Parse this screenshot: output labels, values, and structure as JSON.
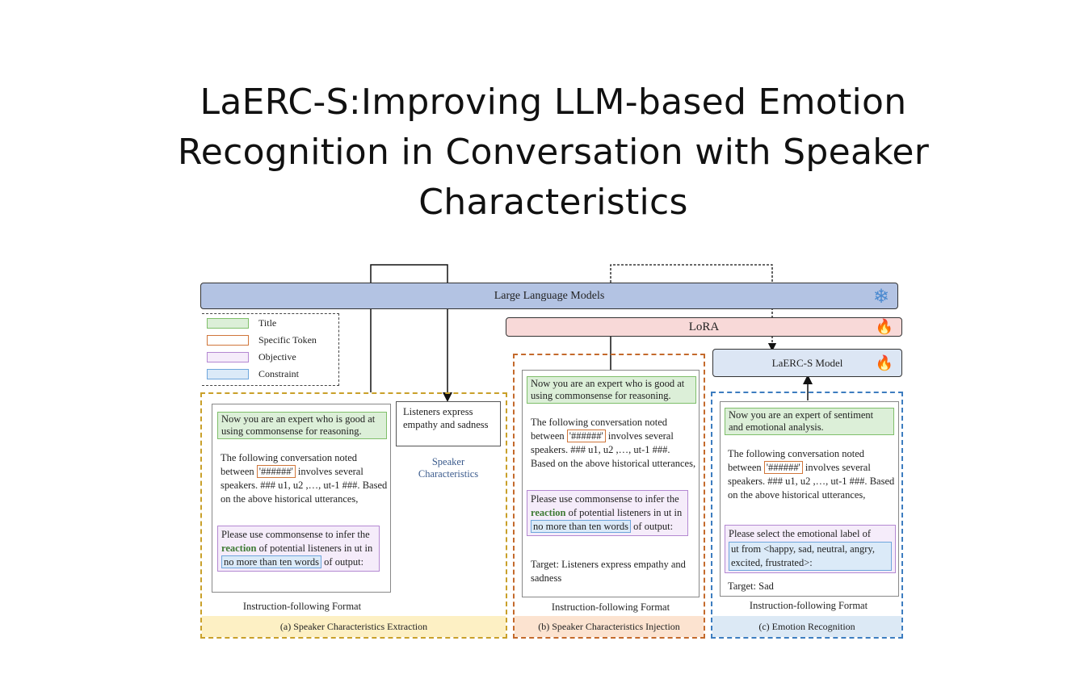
{
  "title": "LaERC-S:Improving LLM-based Emotion Recognition in Conversation with Speaker Characteristics",
  "bars": {
    "llm": "Large Language Models",
    "lora": "LoRA",
    "model": "LaERC-S Model"
  },
  "icons": {
    "llm": "snowflake-icon",
    "lora": "fire-icon",
    "model": "fire-icon"
  },
  "legend": [
    {
      "label": "Title",
      "fill": "#dcefd8",
      "border": "#7fbf6a"
    },
    {
      "label": "Specific Token",
      "fill": "#ffffff",
      "border": "#d0763a"
    },
    {
      "label": "Objective",
      "fill": "#f5ecfa",
      "border": "#b488d2"
    },
    {
      "label": "Constraint",
      "fill": "#dbeaf8",
      "border": "#6ea6dc"
    }
  ],
  "common": {
    "title_a": "Now you are an expert who is good at using commonsense for reasoning.",
    "conv_1": "The following conversation noted between",
    "token": "'######'",
    "conv_2": "involves several speakers.",
    "history": "### u1, u2 ,…, ut-1 ###.",
    "based": "Based on the above historical utterances,",
    "obj_1": "Please use commonsense to infer the",
    "reaction": "reaction",
    "obj_2": "of potential listeners in",
    "ut": "ut",
    "in": "in",
    "constraint": "no more than ten words",
    "obj_3": "of output:"
  },
  "panel_a": {
    "speaker_output": "Listeners express empathy and sadness",
    "speaker_label": "Speaker Characteristics",
    "format": "Instruction-following Format",
    "caption": "(a) Speaker Characteristics Extraction"
  },
  "panel_b": {
    "target": "Target: Listeners express empathy and sadness",
    "format": "Instruction-following Format",
    "caption": "(b) Speaker Characteristics Injection"
  },
  "panel_c": {
    "title": "Now you are an expert of sentiment and emotional analysis.",
    "obj_1": "Please select the emotional label of",
    "label_set": "ut from <happy, sad, neutral, angry, excited, frustrated>:",
    "target": "Target: Sad",
    "format": "Instruction-following Format",
    "caption": "(c) Emotion Recognition"
  }
}
